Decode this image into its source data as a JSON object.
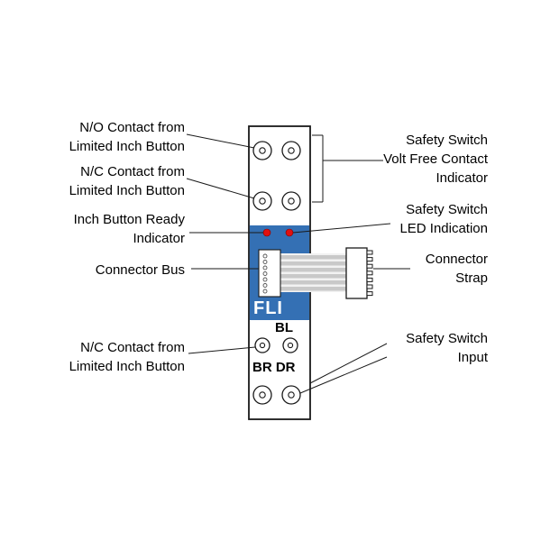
{
  "module": {
    "name": "FLI",
    "labels": {
      "bl": "BL",
      "br_dr": "BR DR"
    }
  },
  "annotations": {
    "left": [
      {
        "text": "N/O Contact from\nLimited Inch Button"
      },
      {
        "text": "N/C Contact from\nLimited Inch Button"
      },
      {
        "text": "Inch Button Ready\nIndicator"
      },
      {
        "text": "Connector Bus"
      },
      {
        "text": "N/C Contact from\nLimited Inch Button"
      }
    ],
    "right": [
      {
        "text": "Safety Switch\nVolt Free Contact\nIndicator"
      },
      {
        "text": "Safety Switch\nLED Indication"
      },
      {
        "text": "Connector\nStrap"
      },
      {
        "text": "Safety Switch\nInput"
      }
    ]
  },
  "colors": {
    "panel_blue": "#3470B4",
    "led_red": "#E01010",
    "cable_gray": "#C9C9C9",
    "line_black": "#1A1A1A"
  }
}
